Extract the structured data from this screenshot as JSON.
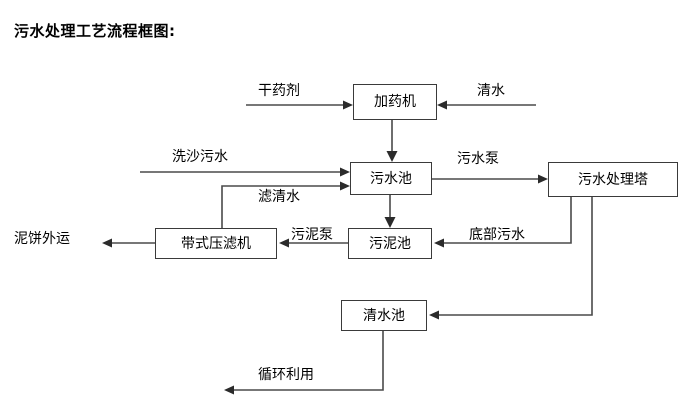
{
  "title": "污水处理工艺流程框图:",
  "diagram": {
    "type": "flowchart",
    "nodes": [
      {
        "id": "dosing-machine",
        "label": "加药机"
      },
      {
        "id": "sewage-pool",
        "label": "污水池"
      },
      {
        "id": "treatment-tower",
        "label": "污水处理塔"
      },
      {
        "id": "belt-filter",
        "label": "带式压滤机"
      },
      {
        "id": "sludge-pool",
        "label": "污泥池"
      },
      {
        "id": "clear-water-pool",
        "label": "清水池"
      }
    ],
    "edge_labels": [
      {
        "id": "dry-agent",
        "label": "干药剂"
      },
      {
        "id": "clean-water-in",
        "label": "清水"
      },
      {
        "id": "sand-wash-sewage",
        "label": "洗沙污水"
      },
      {
        "id": "filtrate",
        "label": "滤清水"
      },
      {
        "id": "sewage-pump",
        "label": "污水泵"
      },
      {
        "id": "sludge-pump",
        "label": "污泥泵"
      },
      {
        "id": "bottom-sewage",
        "label": "底部污水"
      },
      {
        "id": "mud-cake-out",
        "label": "泥饼外运"
      },
      {
        "id": "recycle-reuse",
        "label": "循环利用"
      }
    ],
    "colors": {
      "box_border": "#3a3a3a",
      "wire": "#4a4a4a",
      "arrow": "#2b2b2b",
      "background": "#ffffff",
      "text": "#000000"
    }
  }
}
